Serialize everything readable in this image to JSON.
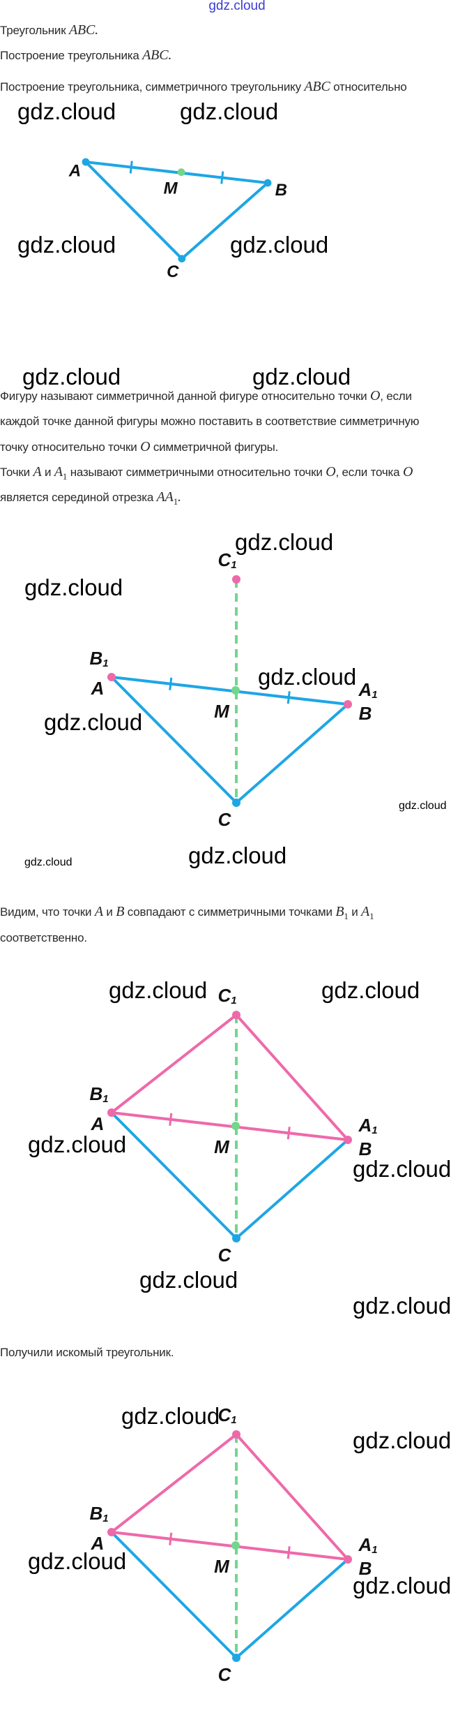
{
  "header": {
    "link": "gdz.cloud"
  },
  "text": {
    "l1": "Треугольник ",
    "l1_m": "ABC",
    "l1_end": ".",
    "l2": "Построение треугольника ",
    "l2_m": "ABC",
    "l2_end": ".",
    "l3": "Построение треугольника, симметричного треугольнику ",
    "l3_m": "ABC",
    "l3_end": " относительно",
    "p1a": "Фигуру называют симметричной данной фигуре относительно точки ",
    "p1a_m": "O",
    "p1a_end": ", если",
    "p1b": "каждой точке данной фигуры можно поставить в соответствие симметричную",
    "p1c": "точку относительно точки ",
    "p1c_m": "O",
    "p1c_end": " симметричной фигуры.",
    "p2a": "Точки ",
    "p2a_m1": "A",
    "p2a_and": " и ",
    "p2a_m2": "A",
    "p2a_sub": "1",
    "p2a_mid": " называют симметричными относительно точки ",
    "p2a_m3": "O",
    "p2a_mid2": ", если точка ",
    "p2a_m4": "O",
    "p2b": "является серединой отрезка ",
    "p2b_m": "AA",
    "p2b_sub": "1",
    "p2b_end": ".",
    "p3a": "Видим, что точки ",
    "p3a_m1": "A",
    "p3a_and": " и ",
    "p3a_m2": "B",
    "p3a_mid": " совпадают с симметричными точками ",
    "p3a_m3": "B",
    "p3a_sub3": "1",
    "p3a_and2": " и ",
    "p3a_m4": "A",
    "p3a_sub4": "1",
    "p3b": "соответственно.",
    "p4": "Получили искомый треугольник."
  },
  "watermark": "gdz.cloud",
  "colors": {
    "triangle": "#1ea6e4",
    "symmetric": "#ee69aa",
    "midpoint": "#72d68c",
    "link": "#3b3bd6"
  },
  "figures": [
    {
      "labels": {
        "A": {
          "main": "A",
          "sub": ""
        },
        "M": {
          "main": "M",
          "sub": ""
        },
        "B": {
          "main": "B",
          "sub": ""
        },
        "C": {
          "main": "C",
          "sub": ""
        }
      }
    },
    {
      "labels": {
        "A": {
          "main": "A",
          "sub": ""
        },
        "B1": {
          "main": "B",
          "sub": "1"
        },
        "M": {
          "main": "M",
          "sub": ""
        },
        "A1": {
          "main": "A",
          "sub": "1"
        },
        "B": {
          "main": "B",
          "sub": ""
        },
        "C": {
          "main": "C",
          "sub": ""
        },
        "C1": {
          "main": "C",
          "sub": "1"
        }
      }
    },
    {
      "labels": {
        "A": {
          "main": "A",
          "sub": ""
        },
        "B1": {
          "main": "B",
          "sub": "1"
        },
        "M": {
          "main": "M",
          "sub": ""
        },
        "A1": {
          "main": "A",
          "sub": "1"
        },
        "B": {
          "main": "B",
          "sub": ""
        },
        "C": {
          "main": "C",
          "sub": ""
        },
        "C1": {
          "main": "C",
          "sub": "1"
        }
      }
    },
    {
      "labels": {
        "A": {
          "main": "A",
          "sub": ""
        },
        "B1": {
          "main": "B",
          "sub": "1"
        },
        "M": {
          "main": "M",
          "sub": ""
        },
        "A1": {
          "main": "A",
          "sub": "1"
        },
        "B": {
          "main": "B",
          "sub": ""
        },
        "C": {
          "main": "C",
          "sub": ""
        },
        "C1": {
          "main": "C",
          "sub": "1"
        }
      }
    }
  ]
}
